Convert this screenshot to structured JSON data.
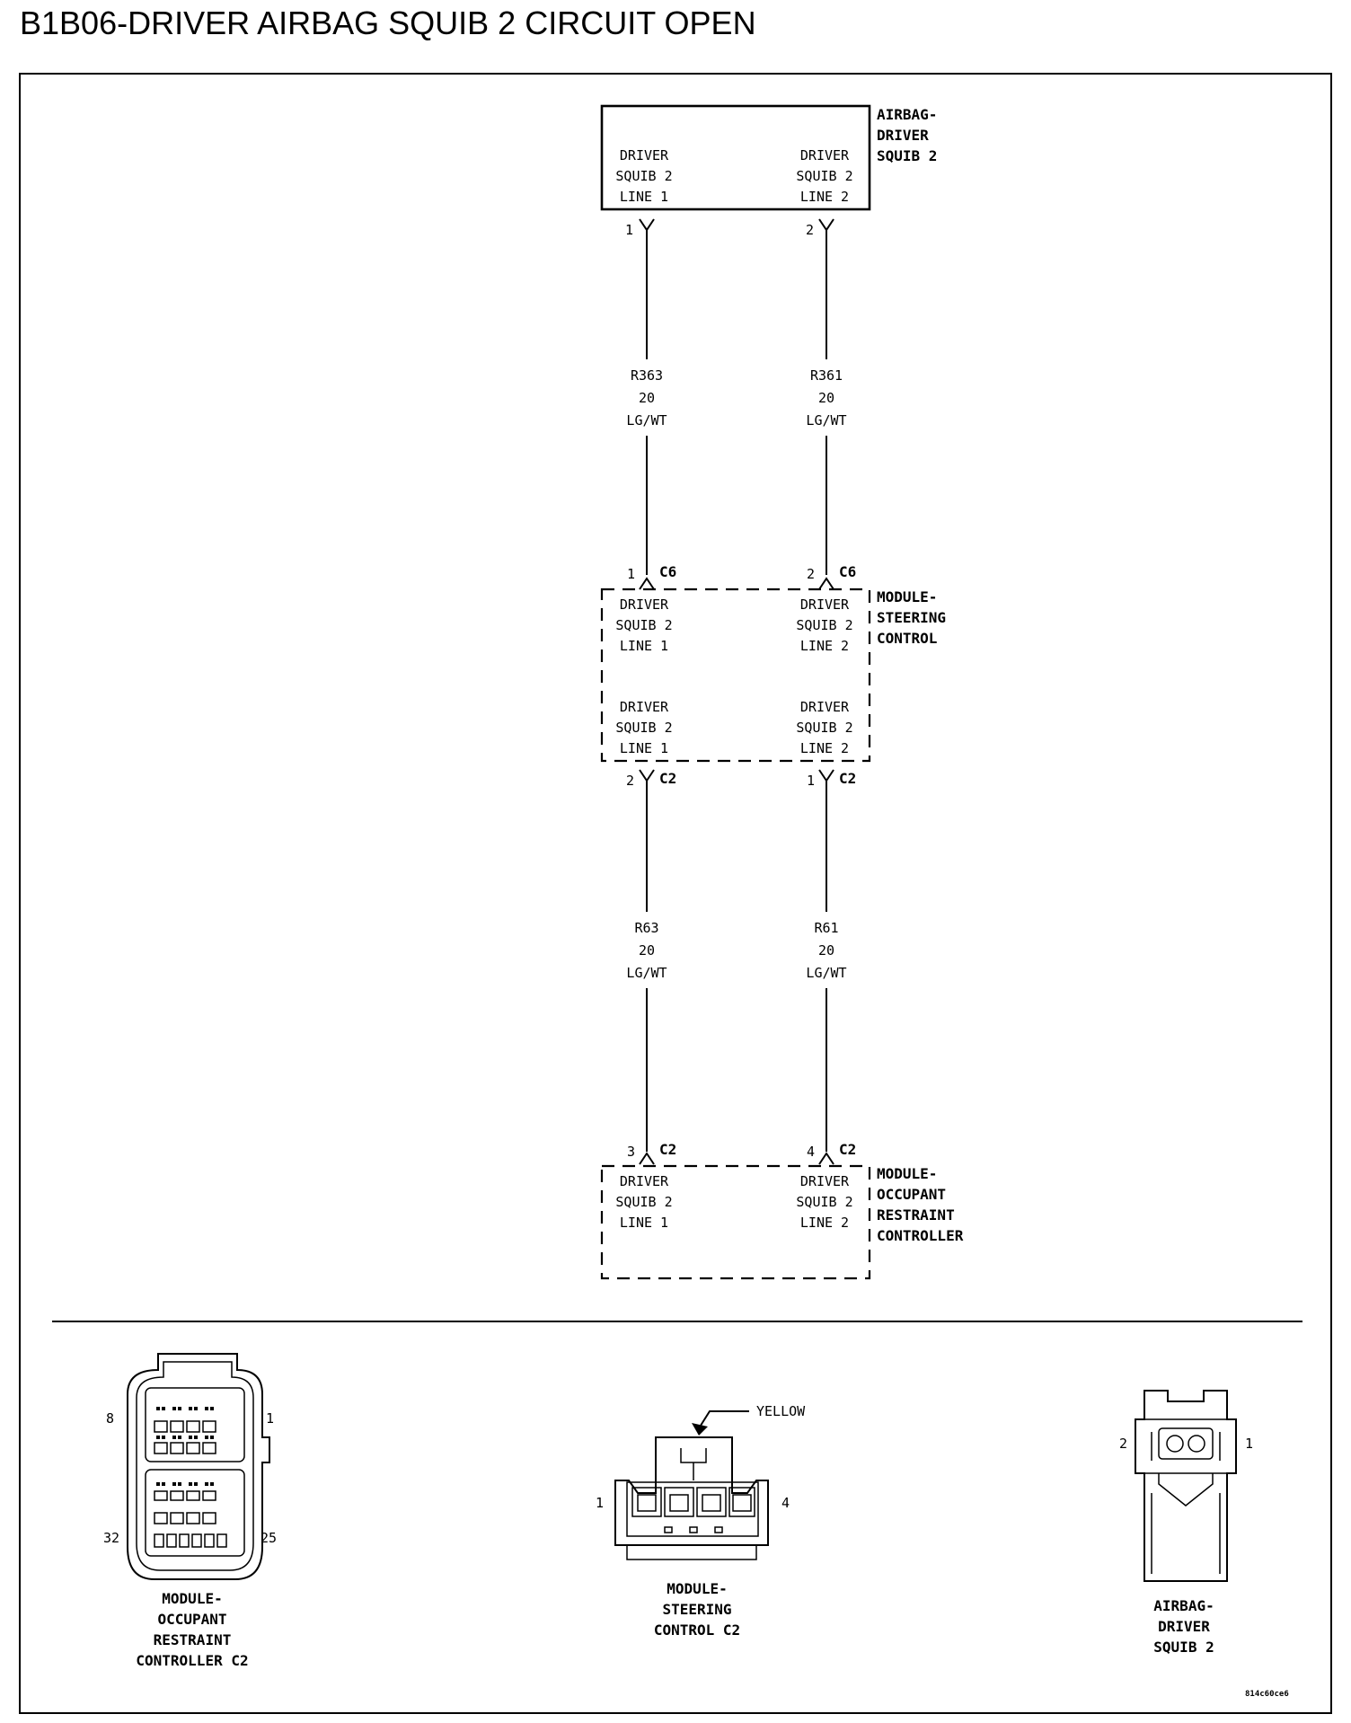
{
  "title": "B1B06-DRIVER AIRBAG SQUIB 2 CIRCUIT OPEN",
  "components": {
    "airbag": {
      "name": [
        "AIRBAG-",
        "DRIVER",
        "SQUIB 2"
      ],
      "left": [
        "DRIVER",
        "SQUIB 2",
        "LINE 1"
      ],
      "right": [
        "DRIVER",
        "SQUIB 2",
        "LINE 2"
      ]
    },
    "scm": {
      "name": [
        "MODULE-",
        "STEERING",
        "CONTROL"
      ],
      "top_left": [
        "DRIVER",
        "SQUIB 2",
        "LINE 1"
      ],
      "top_right": [
        "DRIVER",
        "SQUIB 2",
        "LINE 2"
      ],
      "bottom_left": [
        "DRIVER",
        "SQUIB 2",
        "LINE 1"
      ],
      "bottom_right": [
        "DRIVER",
        "SQUIB 2",
        "LINE 2"
      ]
    },
    "orc": {
      "name": [
        "MODULE-",
        "OCCUPANT",
        "RESTRAINT",
        "CONTROLLER"
      ],
      "left": [
        "DRIVER",
        "SQUIB 2",
        "LINE 1"
      ],
      "right": [
        "DRIVER",
        "SQUIB 2",
        "LINE 2"
      ]
    }
  },
  "pins": {
    "airbag_left": "1",
    "airbag_right": "2",
    "scm_top_left": "1",
    "scm_top_left_conn": "C6",
    "scm_top_right": "2",
    "scm_top_right_conn": "C6",
    "scm_bottom_left": "2",
    "scm_bottom_left_conn": "C2",
    "scm_bottom_right": "1",
    "scm_bottom_right_conn": "C2",
    "orc_left": "3",
    "orc_left_conn": "C2",
    "orc_right": "4",
    "orc_right_conn": "C2"
  },
  "wires": {
    "upper_left": [
      "R363",
      "20",
      "LG/WT"
    ],
    "upper_right": [
      "R361",
      "20",
      "LG/WT"
    ],
    "lower_left": [
      "R63",
      "20",
      "LG/WT"
    ],
    "lower_right": [
      "R61",
      "20",
      "LG/WT"
    ]
  },
  "connector_views": {
    "orc_c2": {
      "caption": [
        "MODULE-",
        "OCCUPANT",
        "RESTRAINT",
        "CONTROLLER C2"
      ],
      "pin_top_left": "8",
      "pin_top_right": "1",
      "pin_bottom_left": "32",
      "pin_bottom_right": "25"
    },
    "scm_c2": {
      "caption": [
        "MODULE-",
        "STEERING",
        "CONTROL C2"
      ],
      "color_label": "YELLOW",
      "pin_left": "1",
      "pin_right": "4"
    },
    "airbag": {
      "caption": [
        "AIRBAG-",
        "DRIVER",
        "SQUIB 2"
      ],
      "pin_left": "2",
      "pin_right": "1"
    }
  },
  "figure_id": "814c60ce6"
}
